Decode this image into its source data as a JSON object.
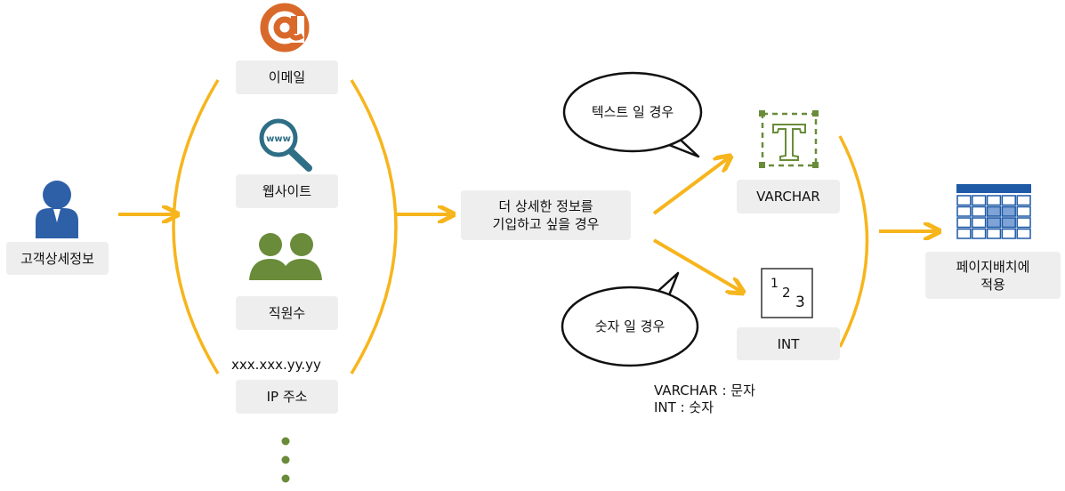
{
  "customer": {
    "label": "고객상세정보"
  },
  "fields": [
    {
      "label": "이메일",
      "icon": "at-sign-icon"
    },
    {
      "label": "웹사이트",
      "icon": "magnifier-www-icon"
    },
    {
      "label": "직원수",
      "icon": "people-icon"
    },
    {
      "label": "IP 주소",
      "example": "xxx.xxx.yy.yy"
    }
  ],
  "more": {
    "icon": "vertical-dots-icon"
  },
  "middle": {
    "line1": "더 상세한 정보를",
    "line2": "기입하고 싶을 경우"
  },
  "bubbles": {
    "text_case": "텍스트 일 경우",
    "number_case": "숫자 일 경우"
  },
  "types": {
    "varchar": {
      "label": "VARCHAR",
      "icon": "text-t-icon"
    },
    "int": {
      "label": "INT",
      "icon": "numbers-123-icon",
      "digits": [
        "1",
        "2",
        "3"
      ]
    }
  },
  "legend": {
    "line1": "VARCHAR : 문자",
    "line2": "INT : 숫자"
  },
  "result": {
    "line1": "페이지배치에",
    "line2": "적용",
    "icon": "table-grid-icon"
  },
  "colors": {
    "arrow": "#f7b51c",
    "box_bg": "#eeeeee",
    "icon_orange": "#d9692a",
    "icon_teal": "#2e6e86",
    "icon_green": "#6a8c3a",
    "icon_blue": "#2e60a8",
    "table_blue": "#1f5aa6"
  }
}
